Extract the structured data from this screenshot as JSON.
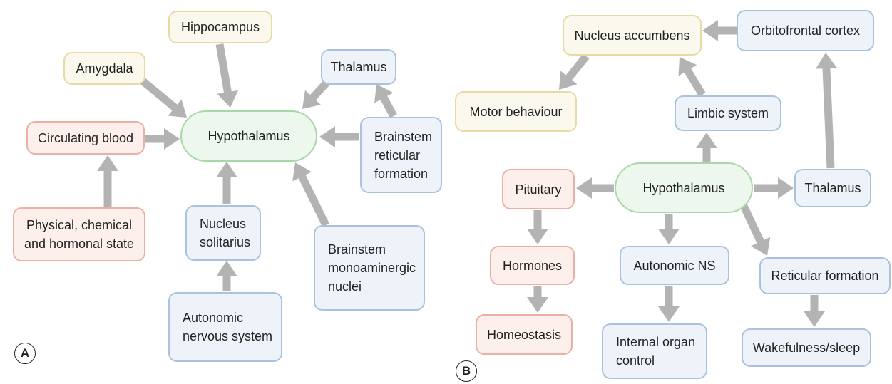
{
  "colors": {
    "arrow": "#b3b3b3",
    "yellow_fill": "#fbf8ee",
    "yellow_border": "#e9d9a6",
    "red_fill": "#fcefec",
    "red_border": "#eab0a6",
    "blue_fill": "#eef3f9",
    "blue_border": "#a9c3de",
    "green_fill": "#eef7ee",
    "green_border": "#a9d7a8"
  },
  "panel_a": {
    "label": "A",
    "nodes": {
      "hippocampus": "Hippocampus",
      "amygdala": "Amygdala",
      "thalamus": "Thalamus",
      "circulating_blood": "Circulating blood",
      "hypothalamus": "Hypothalamus",
      "brainstem_reticular": "Brainstem\nreticular\nformation",
      "physical_state": "Physical, chemical\nand hormonal state",
      "nucleus_solitarius": "Nucleus\nsolitarius",
      "brainstem_monoaminergic": "Brainstem\nmonoaminergic\nnuclei",
      "autonomic_nervous_system": "Autonomic\nnervous system"
    }
  },
  "panel_b": {
    "label": "B",
    "nodes": {
      "nucleus_accumbens": "Nucleus accumbens",
      "orbitofrontal_cortex": "Orbitofrontal cortex",
      "motor_behaviour": "Motor behaviour",
      "limbic_system": "Limbic system",
      "pituitary": "Pituitary",
      "hypothalamus": "Hypothalamus",
      "thalamus": "Thalamus",
      "hormones": "Hormones",
      "autonomic_ns": "Autonomic NS",
      "reticular_formation": "Reticular formation",
      "homeostasis": "Homeostasis",
      "internal_organ_control": "Internal organ\ncontrol",
      "wakefulness_sleep": "Wakefulness/sleep"
    }
  }
}
